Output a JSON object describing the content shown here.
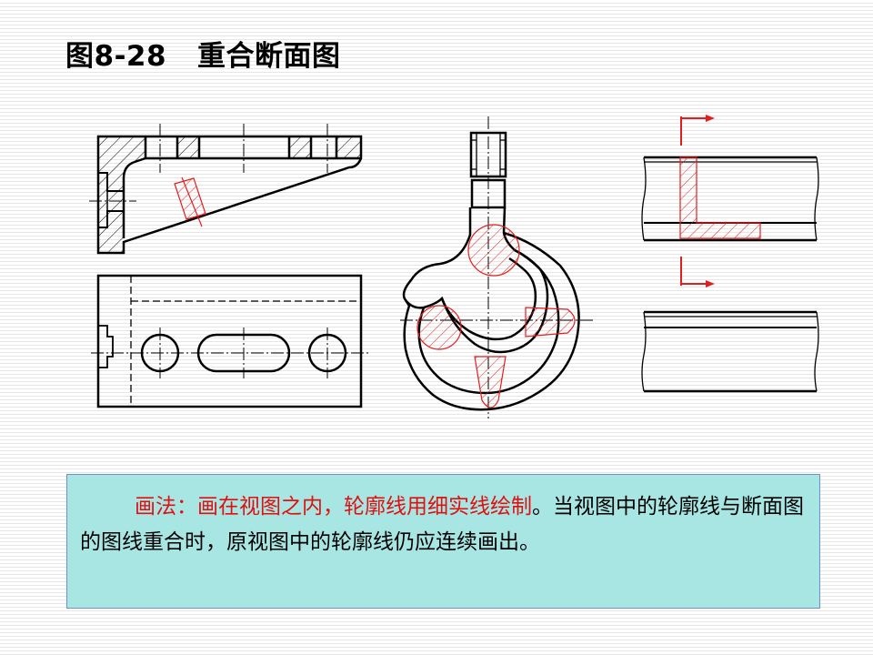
{
  "title": "图8-28   重合断面图",
  "note": {
    "red_text": "画法：画在视图之内，轮廓线用细实线绘制",
    "black_text": "。当视图中的轮廓线与断面图的图线重合时，原视图中的轮廓线仍应连续画出。"
  },
  "colors": {
    "outline": "#000000",
    "section_hatch": "#e02020",
    "note_background": "#a8e6e3",
    "note_border": "#6f8fcf"
  }
}
